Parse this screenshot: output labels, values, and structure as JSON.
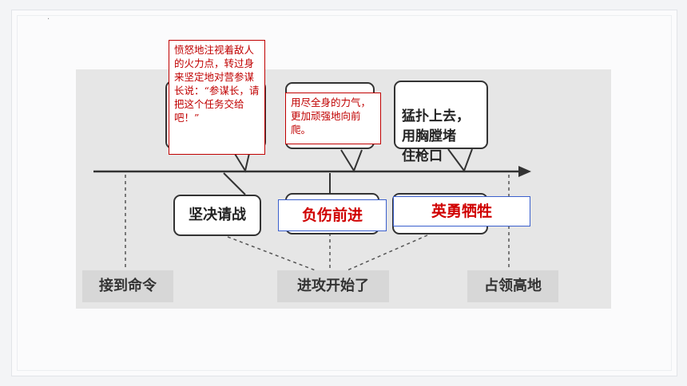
{
  "corner_mark": "·",
  "timeline": {
    "nodes": [
      {
        "label": "接到命令"
      },
      {
        "label": "进攻开始了"
      },
      {
        "label": "占领高地"
      }
    ],
    "events_below": [
      {
        "label": "坚决请战"
      },
      {
        "label": ""
      },
      {
        "label": ""
      }
    ],
    "events_above": [
      {
        "label": ""
      },
      {
        "label": ""
      },
      {
        "label": "猛扑上去，\n用胸膛堵\n住枪口"
      }
    ]
  },
  "annotations": {
    "note_1": "愤怒地注视着敌人的火力点，转过身来坚定地对营参谋长说：“参谋长，请把这个任务交给吧！”",
    "note_2": "用尽全身的力气，更加顽强地向前爬。",
    "answer_1": "负伤前进",
    "answer_2": "英勇牺牲"
  },
  "colors": {
    "note_red": "#c00000",
    "answer_border_blue": "#3a5fcd",
    "line_dark": "#333333"
  }
}
